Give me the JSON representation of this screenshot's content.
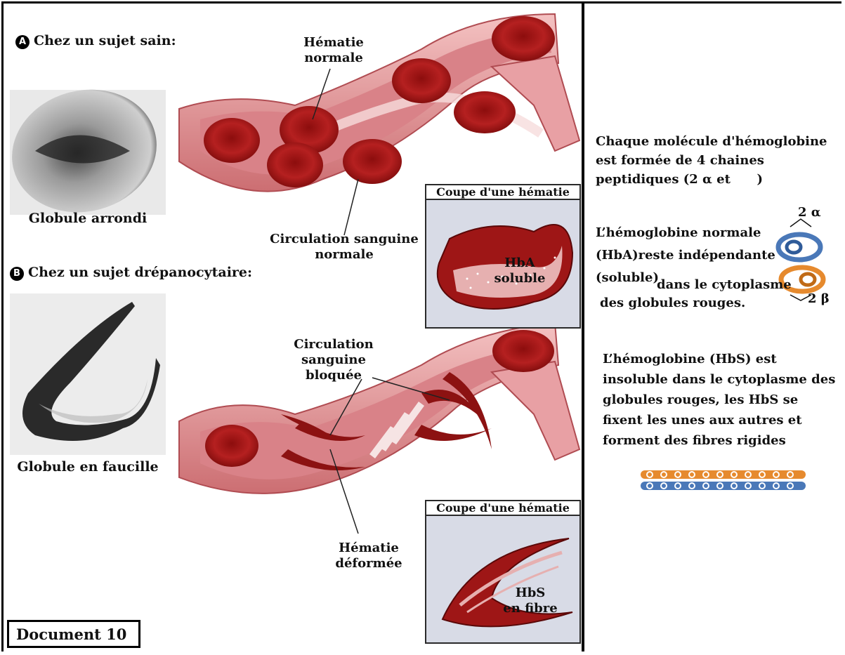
{
  "section_a": {
    "badge": "A",
    "title": "Chez un sujet sain:",
    "cell_caption": "Globule arrondi"
  },
  "section_b": {
    "badge": "B",
    "title": "Chez un sujet drépanocytaire:",
    "cell_caption": "Globule en faucille"
  },
  "vessel_top": {
    "label_hematie": "Hématie\nnormale",
    "label_circulation": "Circulation sanguine\nnormale",
    "inset_title": "Coupe d'une hématie",
    "inset_label": "HbA\nsoluble"
  },
  "vessel_bottom": {
    "label_circulation": "Circulation\nsanguine\nbloquée",
    "label_hematie": "Hématie\ndéformée",
    "inset_title": "Coupe d'une hématie",
    "inset_label": "HbS\nen fibre"
  },
  "right_panel": {
    "para1": "Chaque molécule d'hémoglobine\nest formée de 4 chaines\npeptidiques (2 α et      )",
    "para2_line1": "L’hémoglobine normale",
    "para2_line2": "(HbA)reste indépendante",
    "para2_line3a": "(soluble)",
    "para2_line3b": "dans le cytoplasme",
    "para2_line4": "des globules rouges.",
    "label_alpha": "2 α",
    "label_beta": "2 β",
    "para3": "L’hémoglobine (HbS) est\ninsoluble dans le cytoplasme des\nglobules rouges, les HbS se\nfixent les unes aux autres et\nforment des fibres rigides"
  },
  "document_label": "Document 10",
  "colors": {
    "vessel_outer": "#f0b4b4",
    "vessel_inner": "#d9797c",
    "rbc": "#b31b1b",
    "inset_bg": "#d8dbe6",
    "alpha": "#4a78b8",
    "beta": "#e68a2e"
  }
}
